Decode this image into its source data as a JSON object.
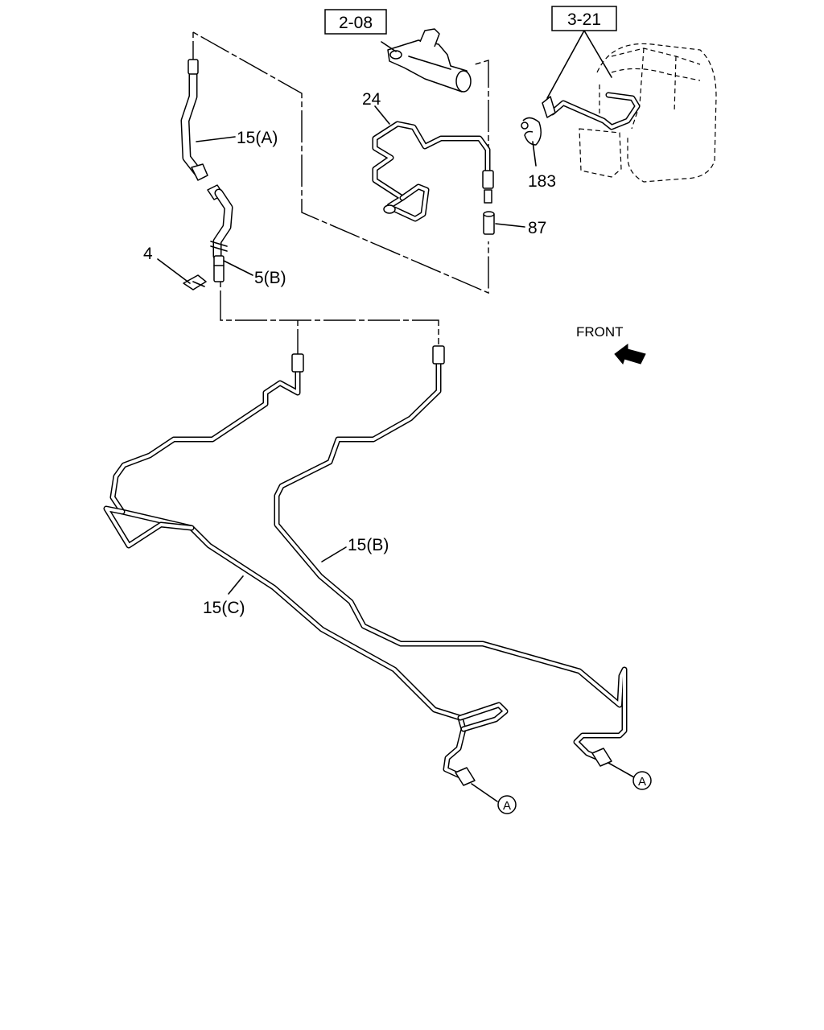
{
  "references": {
    "ref_2_08": "2-08",
    "ref_3_21": "3-21"
  },
  "callouts": {
    "c24": "24",
    "c15a": "15(A)",
    "c183": "183",
    "c87": "87",
    "c4": "4",
    "c5b": "5(B)",
    "c15b": "15(B)",
    "c15c": "15(C)",
    "connector_a1": "A",
    "connector_a2": "A"
  },
  "orientation": {
    "front_label": "FRONT"
  }
}
